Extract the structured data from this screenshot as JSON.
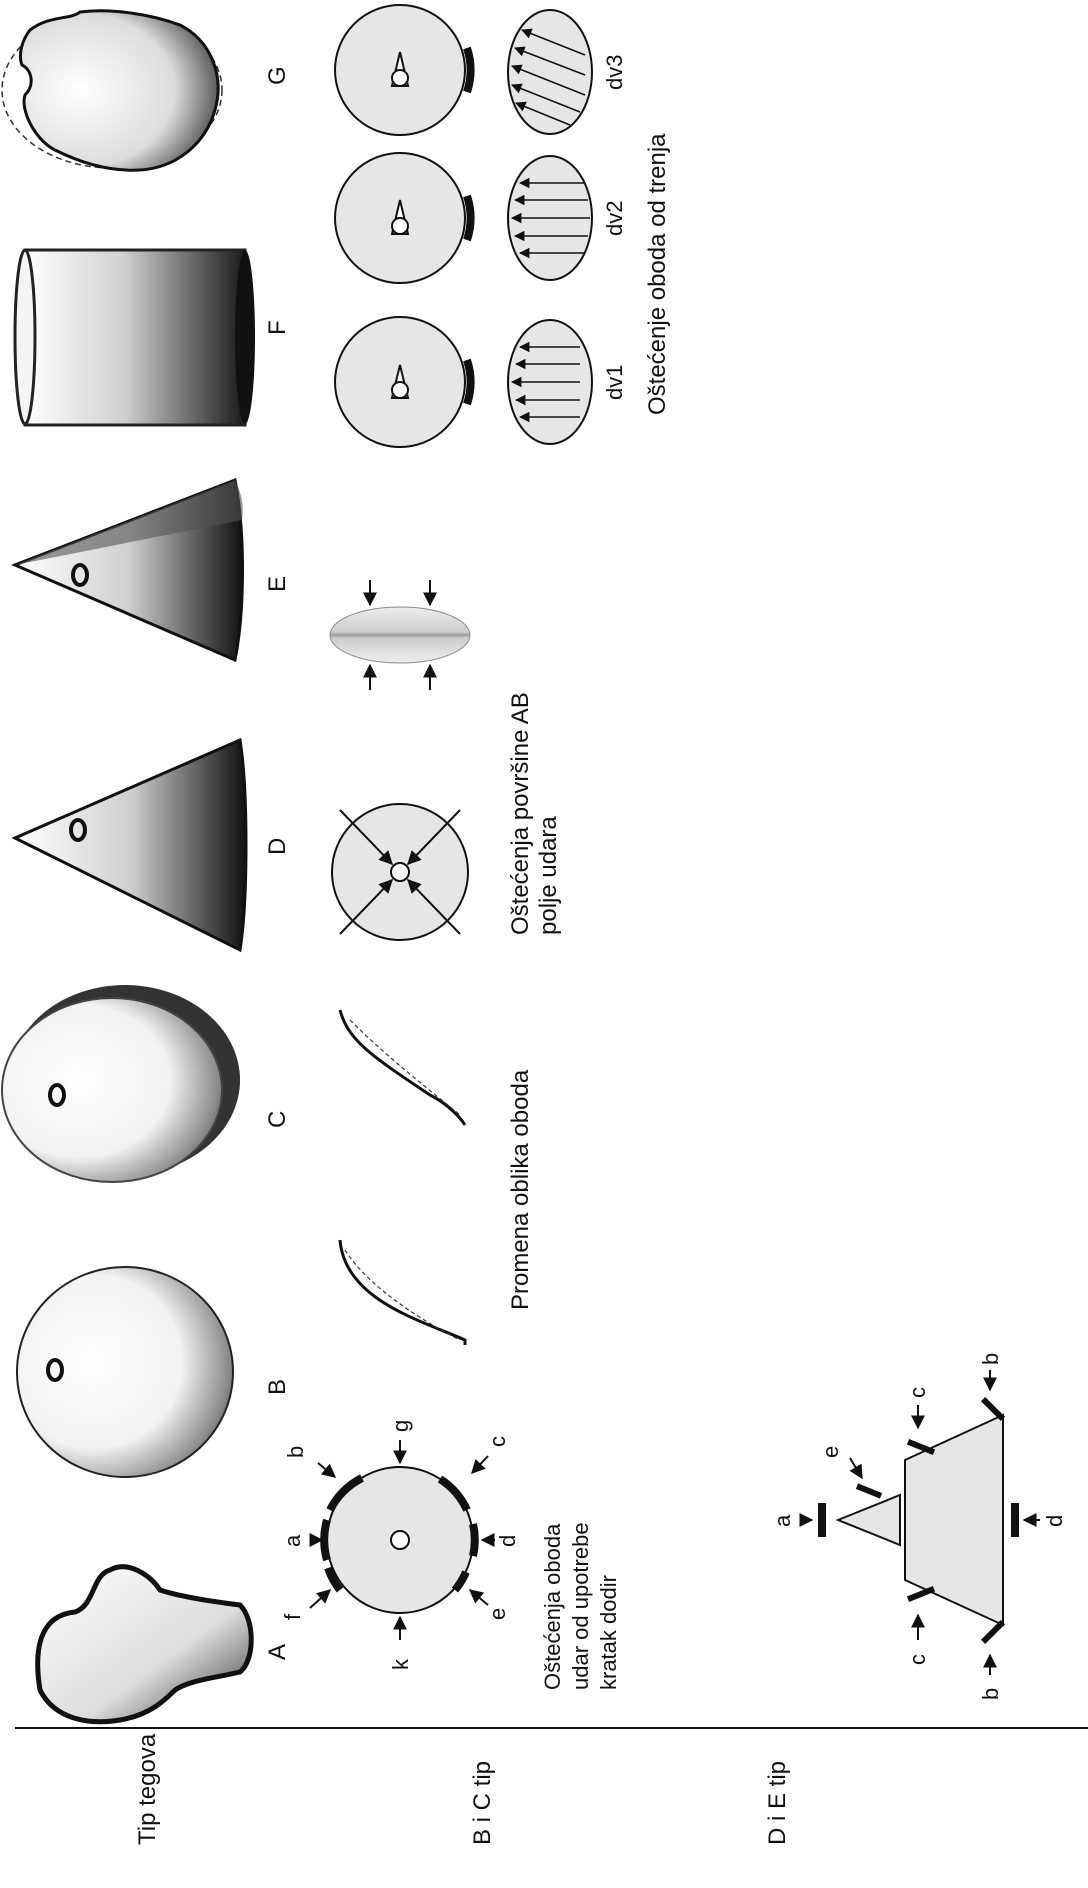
{
  "rows": {
    "row1": "Tip tegova",
    "row2": "B i C tip",
    "row3": "D i E tip"
  },
  "weights": {
    "A": "A",
    "B": "B",
    "C": "C",
    "D": "D",
    "E": "E",
    "F": "F",
    "G": "G"
  },
  "bc_damage": {
    "caption_line1": "Oštećenja oboda",
    "caption_line2": "udar od upotrebe",
    "caption_line3": "kratak dodir",
    "markers": {
      "a": "a",
      "b": "b",
      "c": "c",
      "d": "d",
      "e": "e",
      "f": "f",
      "g": "g",
      "k": "k"
    }
  },
  "rim_shape": {
    "caption": "Promena oblika oboda"
  },
  "surface_damage": {
    "caption_line1": "Oštećenja površine AB",
    "caption_line2": "polje udara"
  },
  "friction": {
    "labels": [
      "dv1",
      "dv2",
      "dv3"
    ],
    "caption": "Oštećenje oboda od trenja"
  },
  "de_damage": {
    "markers": {
      "a": "a",
      "e": "e",
      "c_top": "c",
      "b_top": "b",
      "d": "d",
      "c_bottom": "c",
      "b_bottom": "b"
    }
  },
  "colors": {
    "fill": "#e6e6e6",
    "stroke": "#111111"
  }
}
